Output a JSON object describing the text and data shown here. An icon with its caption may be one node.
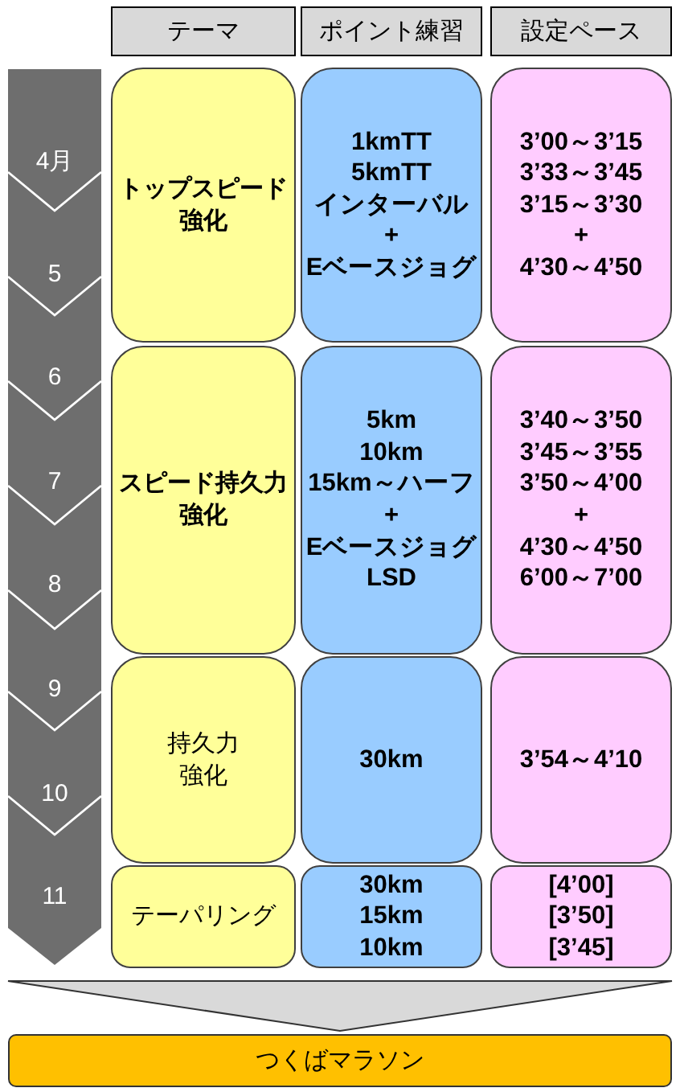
{
  "diagram": {
    "nodes": [
      {
        "text": [
          "テーマ"
        ]
      },
      {
        "text": [
          "ポイント練習"
        ]
      },
      {
        "text": [
          "設定ペース"
        ]
      },
      {
        "text": [
          "4月",
          "5",
          "6",
          "7",
          "8",
          "9",
          "10",
          "11"
        ]
      },
      {
        "text": [
          "トップスピード強化"
        ]
      },
      {
        "text": [
          "1kmTT",
          "5kmTT",
          "インターバル",
          "+",
          "Eベースジョグ"
        ]
      },
      {
        "text": [
          "3’00～3’15",
          "3’33～3’45",
          "3’15～3’30",
          "+",
          "4’30～4’50"
        ]
      },
      {
        "text": [
          "スピード持久力強化"
        ]
      },
      {
        "text": [
          "5km",
          "10km",
          "15km～ハーフ",
          "+",
          "Eベースジョグ",
          "LSD"
        ]
      },
      {
        "text": [
          "3’40～3’50",
          "3’45～3’55",
          "3’50～4’00",
          "+",
          "4’30～4’50",
          "6’00～7’00"
        ]
      },
      {
        "text": [
          "持久力強化"
        ]
      },
      {
        "text": [
          "30km"
        ]
      },
      {
        "text": [
          "3’54～4’10"
        ]
      },
      {
        "text": [
          "テーパリング"
        ]
      },
      {
        "text": [
          "30km",
          "15km",
          "10km"
        ]
      },
      {
        "text": [
          "[4’00]",
          "[3’50]",
          "[3’45]"
        ]
      },
      {
        "text": [
          "つくばマラソン"
        ]
      }
    ],
    "edges": [
      {
        "from": null,
        "to": 16,
        "arrow": "to"
      }
    ]
  }
}
